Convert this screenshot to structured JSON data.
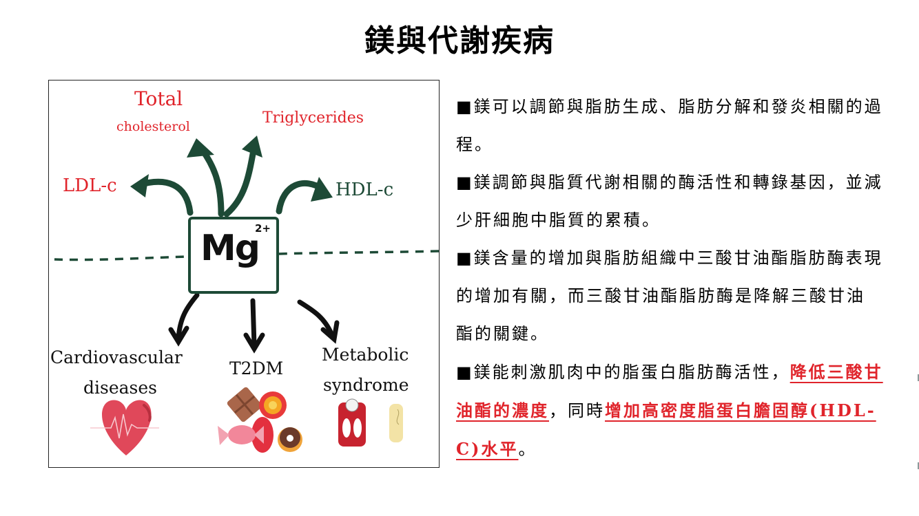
{
  "slide": {
    "title": "鎂與代謝疾病"
  },
  "figure": {
    "center_symbol": "Mg",
    "center_charge": "2+",
    "up_targets": [
      {
        "label": "LDL-c",
        "color": "#e0242b"
      },
      {
        "label_line1": "Total",
        "label_line2": "cholesterol",
        "color": "#e0242b"
      },
      {
        "label": "Triglycerides",
        "color": "#e0242b"
      },
      {
        "label": "HDL-c",
        "color": "#1d4a36"
      }
    ],
    "down_targets": [
      {
        "label_line1": "Cardiovascular",
        "label_line2": "diseases",
        "icon": "heart-ecg-icon"
      },
      {
        "label_line1": "T2DM",
        "icon": "sweets-icon"
      },
      {
        "label_line1": "Metabolic",
        "label_line2": "syndrome",
        "icon": "scale-tape-icon"
      }
    ],
    "arrow_up_color": "#1d4a36",
    "arrow_down_color": "#111111"
  },
  "bullets": [
    {
      "marker": "■",
      "segments": [
        {
          "text": "鎂可以調節與脂肪生成、脂肪分解和發炎相關的過程。",
          "highlight": false
        }
      ]
    },
    {
      "marker": "■",
      "segments": [
        {
          "text": "鎂調節與脂質代謝相關的酶活性和轉錄基因，並減少肝細胞中脂質的累積。",
          "highlight": false
        }
      ]
    },
    {
      "marker": "■",
      "segments": [
        {
          "text": "鎂含量的增加與脂肪組織中三酸甘油酯脂肪酶表現的增加有關，而三酸甘油酯脂肪酶是降解三酸甘油酯的關鍵。",
          "highlight": false
        }
      ]
    },
    {
      "marker": "■",
      "segments": [
        {
          "text": "鎂能刺激肌肉中的脂蛋白脂肪酶活性，",
          "highlight": false
        },
        {
          "text": "降低三酸甘油酯的濃度",
          "highlight": true
        },
        {
          "text": "，同時",
          "highlight": false
        },
        {
          "text": "增加高密度脂蛋白膽固醇(HDL-C)水平",
          "highlight": true
        },
        {
          "text": "。",
          "highlight": false
        }
      ]
    }
  ],
  "colors": {
    "highlight_red": "#e0242b",
    "accent_green": "#1d4a36"
  }
}
